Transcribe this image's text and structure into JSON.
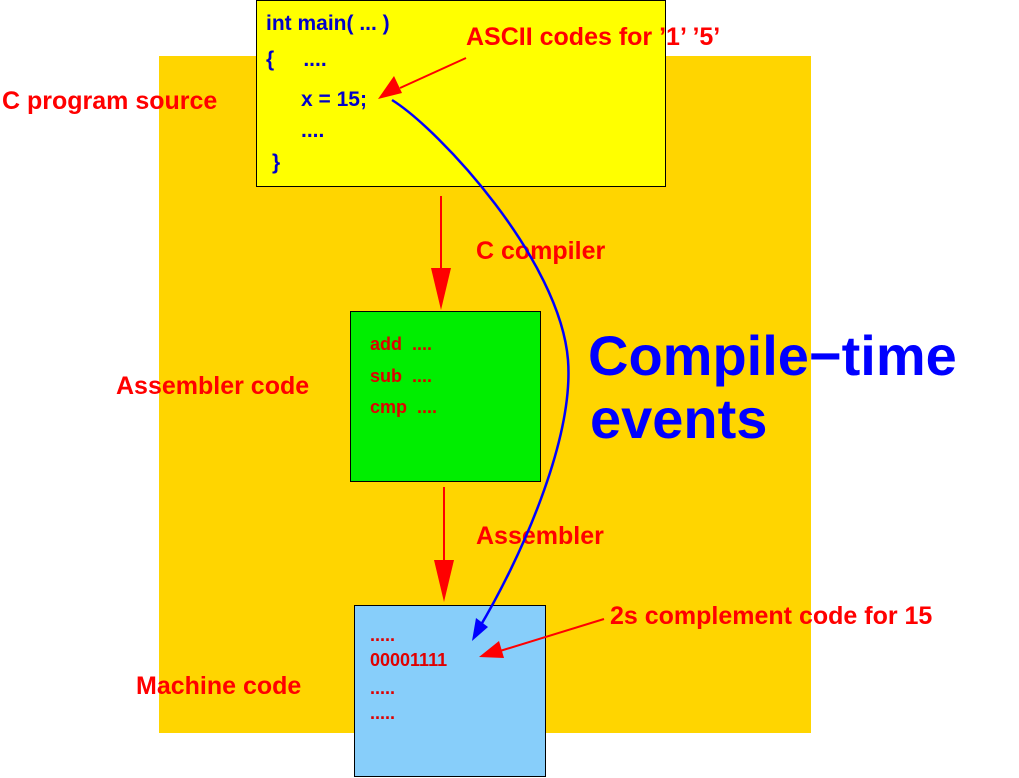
{
  "source_code": {
    "line1": "int main( ... )",
    "line2": "{     ....",
    "line3": "x = 15;",
    "line4": "....",
    "line5": "}"
  },
  "assembler_code": {
    "line1": "add  ....",
    "line2": "sub  ....",
    "line3": "cmp  ...."
  },
  "machine_code": {
    "line1": ".....",
    "line2": "00001111",
    "line3": ".....",
    "line4": "....."
  },
  "labels": {
    "c_program_source": "C program source",
    "ascii_codes": "ASCII codes for ’1’ ’5’",
    "c_compiler": "C compiler",
    "assembler_code": "Assembler code",
    "assembler": "Assembler",
    "machine_code": "Machine code",
    "twos_complement": "2s complement code for 15",
    "compile_time_line1": "Compile−time",
    "compile_time_line2": "events"
  },
  "colors": {
    "background_panel": "#FFD500",
    "source_box": "#FFFF00",
    "assembler_box": "#00EE00",
    "machine_box": "#87CEFA",
    "label_red": "#FF0000",
    "accent_blue": "#0000FF"
  }
}
